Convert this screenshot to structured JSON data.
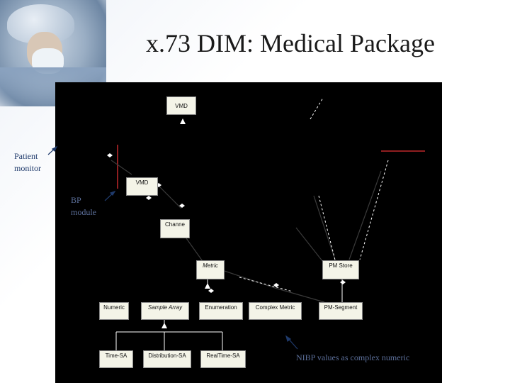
{
  "slide": {
    "title": "x.73 DIM: Medical Package"
  },
  "callouts": {
    "patient_monitor": [
      "Patient",
      "monitor"
    ],
    "bp_module": [
      "BP",
      "module"
    ],
    "nibp": "NIBP values as complex numeric"
  },
  "diagram": {
    "classes": {
      "vmd_top": "VMD",
      "vmd": "VMD",
      "channel": "Channe",
      "metric": "Metric",
      "pm_store": "PM Store",
      "numeric": "Numeric",
      "sample_array": "Sample Array",
      "enumeration": "Enumeration",
      "complex_metric": "Complex Metric",
      "pm_segment": "PM-Segment",
      "time_sa": "Time-SA",
      "distribution_sa": "Distribution-SA",
      "realtime_sa": "RealTime-SA"
    }
  },
  "colors": {
    "diagram_background": "#000000",
    "box_fill": "#f4f4e8",
    "accent_red": "#c0282a",
    "callout_text": "#1f3a6b"
  }
}
